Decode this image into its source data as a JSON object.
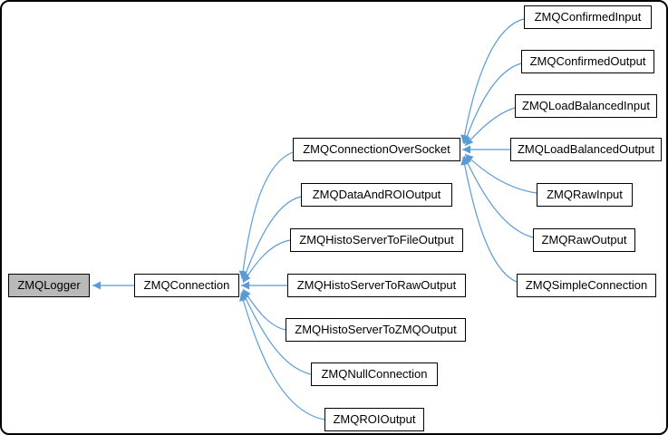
{
  "diagram": {
    "type": "class-inheritance-graph",
    "edge_color": "#5b9bd5",
    "node_border_color": "#000000",
    "base_node_fill": "#b9b9b9",
    "node_fill": "#ffffff",
    "nodes": [
      {
        "label": "ZMQLogger"
      },
      {
        "label": "ZMQConnection"
      },
      {
        "label": "ZMQConnectionOverSocket"
      },
      {
        "label": "ZMQDataAndROIOutput"
      },
      {
        "label": "ZMQHistoServerToFileOutput"
      },
      {
        "label": "ZMQHistoServerToRawOutput"
      },
      {
        "label": "ZMQHistoServerToZMQOutput"
      },
      {
        "label": "ZMQNullConnection"
      },
      {
        "label": "ZMQROIOutput"
      },
      {
        "label": "ZMQConfirmedInput"
      },
      {
        "label": "ZMQConfirmedOutput"
      },
      {
        "label": "ZMQLoadBalancedInput"
      },
      {
        "label": "ZMQLoadBalancedOutput"
      },
      {
        "label": "ZMQRawInput"
      },
      {
        "label": "ZMQRawOutput"
      },
      {
        "label": "ZMQSimpleConnection"
      }
    ],
    "edges": [
      {
        "from": "ZMQConnection",
        "to": "ZMQLogger"
      },
      {
        "from": "ZMQConnectionOverSocket",
        "to": "ZMQConnection"
      },
      {
        "from": "ZMQDataAndROIOutput",
        "to": "ZMQConnection"
      },
      {
        "from": "ZMQHistoServerToFileOutput",
        "to": "ZMQConnection"
      },
      {
        "from": "ZMQHistoServerToRawOutput",
        "to": "ZMQConnection"
      },
      {
        "from": "ZMQHistoServerToZMQOutput",
        "to": "ZMQConnection"
      },
      {
        "from": "ZMQNullConnection",
        "to": "ZMQConnection"
      },
      {
        "from": "ZMQROIOutput",
        "to": "ZMQConnection"
      },
      {
        "from": "ZMQConfirmedInput",
        "to": "ZMQConnectionOverSocket"
      },
      {
        "from": "ZMQConfirmedOutput",
        "to": "ZMQConnectionOverSocket"
      },
      {
        "from": "ZMQLoadBalancedInput",
        "to": "ZMQConnectionOverSocket"
      },
      {
        "from": "ZMQLoadBalancedOutput",
        "to": "ZMQConnectionOverSocket"
      },
      {
        "from": "ZMQRawInput",
        "to": "ZMQConnectionOverSocket"
      },
      {
        "from": "ZMQRawOutput",
        "to": "ZMQConnectionOverSocket"
      },
      {
        "from": "ZMQSimpleConnection",
        "to": "ZMQConnectionOverSocket"
      }
    ]
  }
}
